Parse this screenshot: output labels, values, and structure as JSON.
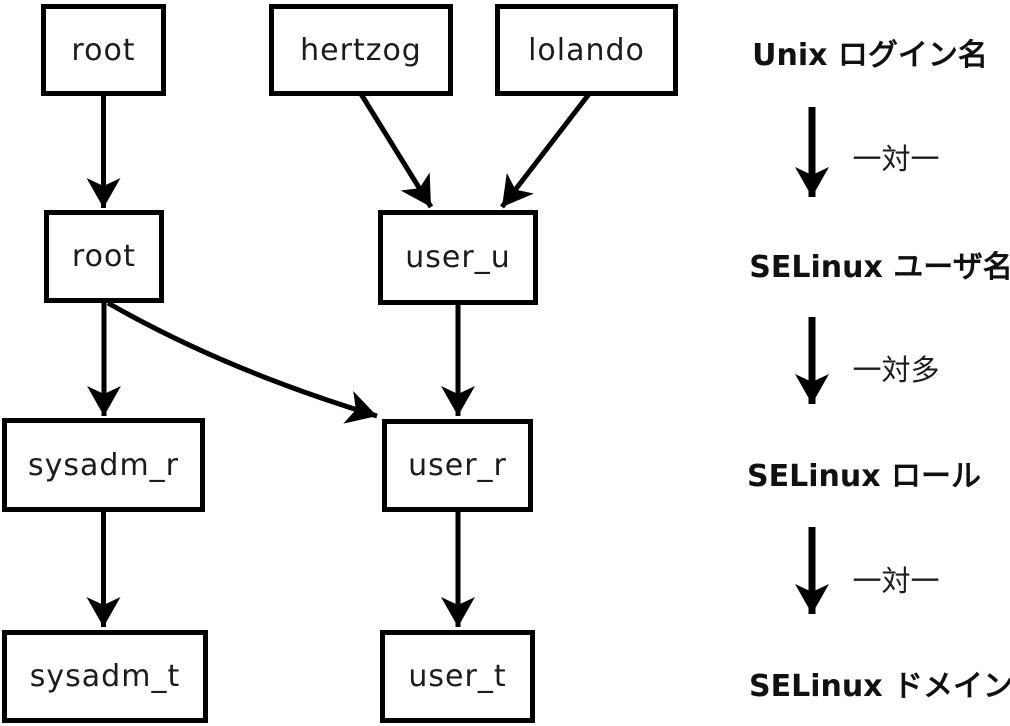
{
  "page": {
    "background_color": "#ffffff",
    "stroke_color": "#000000"
  },
  "diagram": {
    "nodes": {
      "unix_root": {
        "label": "root"
      },
      "unix_hertzog": {
        "label": "hertzog"
      },
      "unix_lolando": {
        "label": "lolando"
      },
      "seuser_root": {
        "label": "root"
      },
      "seuser_user_u": {
        "label": "user_u"
      },
      "role_sysadm_r": {
        "label": "sysadm_r"
      },
      "role_user_r": {
        "label": "user_r"
      },
      "domain_sysadm_t": {
        "label": "sysadm_t"
      },
      "domain_user_t": {
        "label": "user_t"
      }
    },
    "edges": [
      {
        "from": "root (Unix login)",
        "to": "root (SELinux user)"
      },
      {
        "from": "hertzog",
        "to": "user_u"
      },
      {
        "from": "lolando",
        "to": "user_u"
      },
      {
        "from": "root (SELinux user)",
        "to": "sysadm_r"
      },
      {
        "from": "root (SELinux user)",
        "to": "user_r"
      },
      {
        "from": "user_u",
        "to": "user_r"
      },
      {
        "from": "sysadm_r",
        "to": "sysadm_t"
      },
      {
        "from": "user_r",
        "to": "user_t"
      }
    ],
    "legend": {
      "levels": [
        {
          "label": "Unix ログイン名"
        },
        {
          "label": "SELinux ユーザ名"
        },
        {
          "label": "SELinux ロール"
        },
        {
          "label": "SELinux ドメイン"
        }
      ],
      "relations": [
        {
          "label": "一対一"
        },
        {
          "label": "一対多"
        },
        {
          "label": "一対一"
        }
      ]
    }
  }
}
